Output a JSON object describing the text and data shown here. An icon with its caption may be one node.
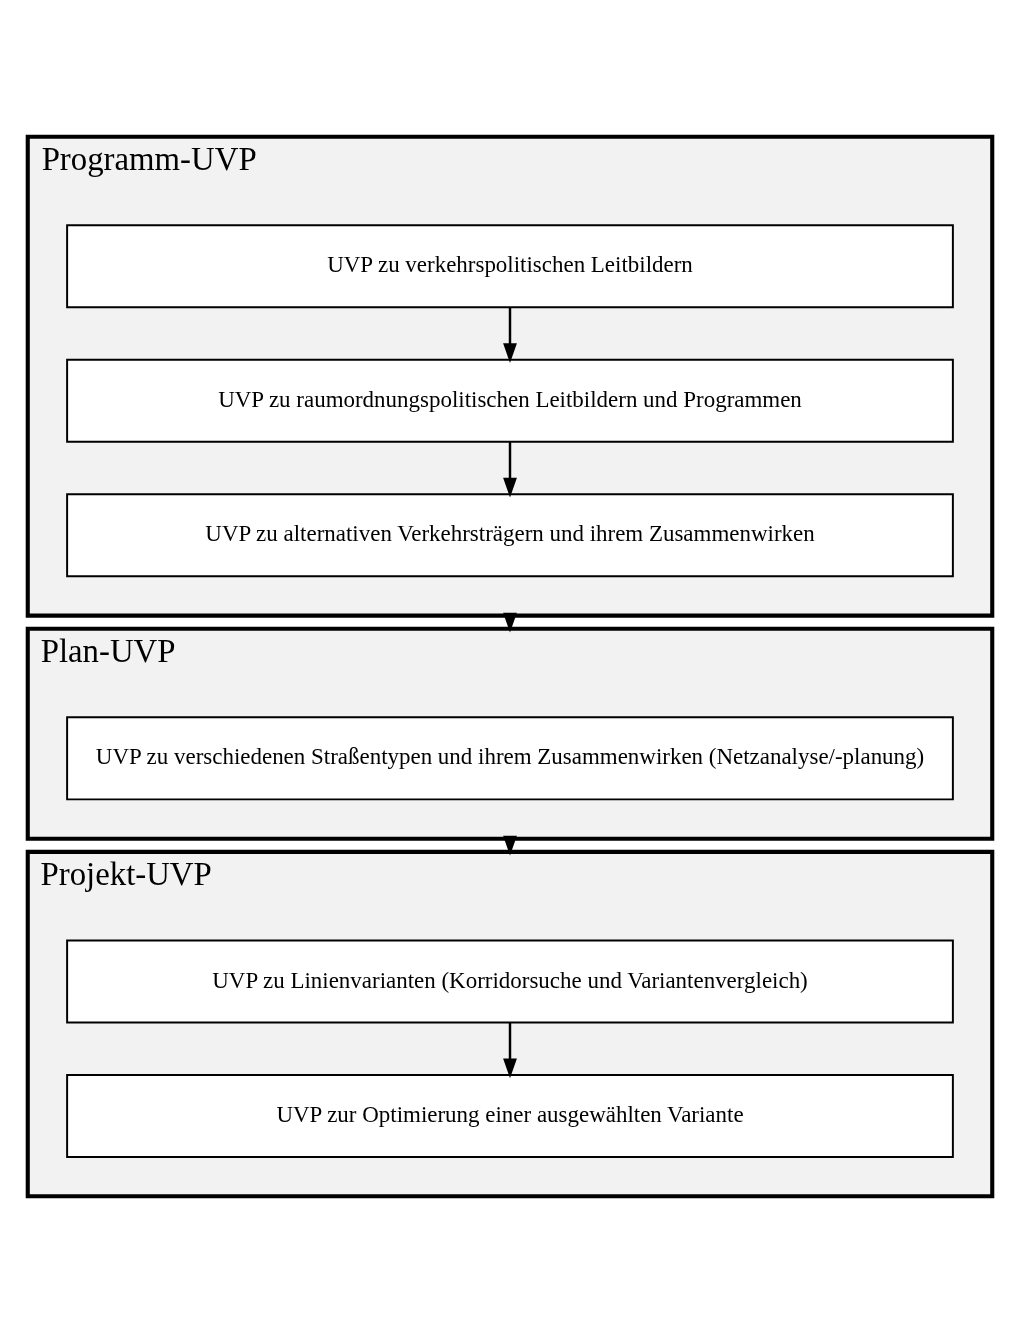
{
  "diagram": {
    "nodes": [
      {
        "text": [
          "Programm-UVP"
        ]
      },
      {
        "text": [
          "UVP zu verkehrspolitischen Leitbildern"
        ],
        "in": 0
      },
      {
        "text": [
          "UVP zu raumordnungspolitischen Leitbildern und Programmen"
        ],
        "in": 0
      },
      {
        "text": [
          "UVP zu alternativen Verkehrsträgern und ihrem Zusammenwirken"
        ],
        "in": 0
      },
      {
        "text": [
          "Plan-UVP"
        ]
      },
      {
        "text": [
          "UVP zu verschiedenen Straßentypen und ihrem Zusammenwirken (Netzanalyse/-planung)"
        ],
        "in": 4
      },
      {
        "text": [
          "Projekt-UVP"
        ]
      },
      {
        "text": [
          "UVP zu Linienvarianten (Korridorsuche und Variantenvergleich)"
        ],
        "in": 6
      },
      {
        "text": [
          "UVP zur Optimierung einer ausgewählten Variante"
        ],
        "in": 6
      }
    ],
    "edges": [
      {
        "from": 1,
        "to": 2,
        "arrow": "to"
      },
      {
        "from": 2,
        "to": 3,
        "arrow": "to"
      },
      {
        "from": 0,
        "to": 4,
        "arrow": "to"
      },
      {
        "from": 4,
        "to": 6,
        "arrow": "to"
      },
      {
        "from": 7,
        "to": 8,
        "arrow": "to"
      }
    ]
  }
}
